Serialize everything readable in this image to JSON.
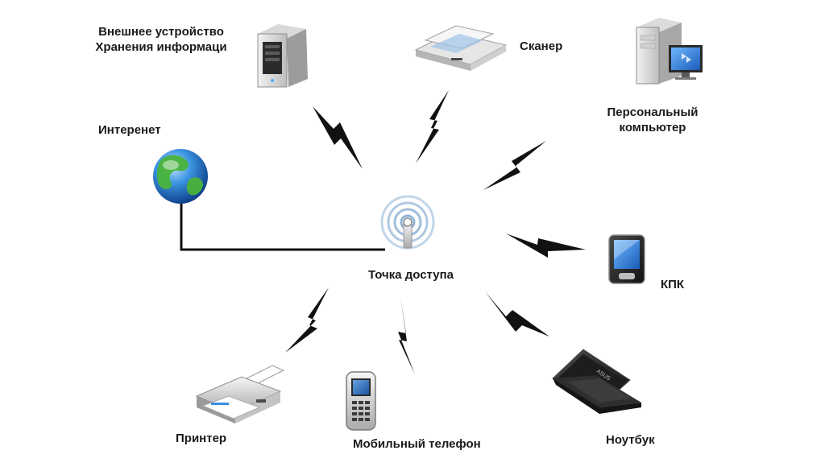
{
  "diagram": {
    "center": {
      "label": "Точка доступа",
      "icon": "wifi-access-point-icon"
    },
    "nodes": [
      {
        "id": "storage",
        "label_lines": [
          "Внешнее устройство",
          "Хранения информаци"
        ],
        "icon": "server-tower-icon"
      },
      {
        "id": "scanner",
        "label_lines": [
          "Сканер"
        ],
        "icon": "scanner-icon"
      },
      {
        "id": "pc",
        "label_lines": [
          "Персональный",
          "компьютер"
        ],
        "icon": "desktop-computer-icon"
      },
      {
        "id": "internet",
        "label_lines": [
          "Интеренет"
        ],
        "icon": "globe-icon"
      },
      {
        "id": "pda",
        "label_lines": [
          "КПК"
        ],
        "icon": "pda-icon"
      },
      {
        "id": "printer",
        "label_lines": [
          "Принтер"
        ],
        "icon": "printer-icon"
      },
      {
        "id": "phone",
        "label_lines": [
          "Мобильный телефон"
        ],
        "icon": "mobile-phone-icon"
      },
      {
        "id": "laptop",
        "label_lines": [
          "Ноутбук"
        ],
        "icon": "laptop-icon"
      }
    ],
    "colors": {
      "link": "#111111",
      "globe_water": "#2a7fd4",
      "globe_land": "#49b33a",
      "wifi_rings": "#8fb2d6"
    }
  }
}
